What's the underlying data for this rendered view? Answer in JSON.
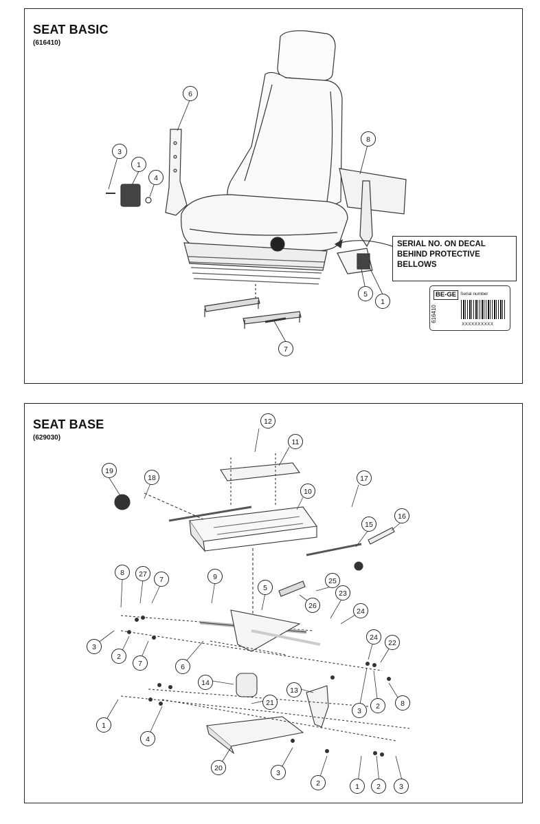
{
  "panels": [
    {
      "title": "SEAT BASIC",
      "code": "(616410)"
    },
    {
      "title": "SEAT BASE",
      "code": "(629030)"
    }
  ],
  "serial_note": {
    "line1": "SERIAL NO. ON DECAL",
    "line2": "BEHIND PROTECTIVE",
    "line3": "BELLOWS"
  },
  "decal": {
    "brand": "BE-GE",
    "label": "Serial number",
    "code": "616410",
    "placeholder": "XXXXXXXXXX"
  },
  "callouts_basic": [
    "6",
    "3",
    "1",
    "4",
    "8",
    "5",
    "1",
    "7"
  ],
  "callouts_base": [
    "12",
    "11",
    "19",
    "18",
    "17",
    "10",
    "15",
    "16",
    "8",
    "27",
    "7",
    "9",
    "5",
    "25",
    "26",
    "23",
    "24",
    "3",
    "2",
    "7",
    "6",
    "24",
    "22",
    "14",
    "13",
    "21",
    "3",
    "2",
    "8",
    "1",
    "4",
    "20",
    "3",
    "2",
    "1",
    "2",
    "3"
  ]
}
